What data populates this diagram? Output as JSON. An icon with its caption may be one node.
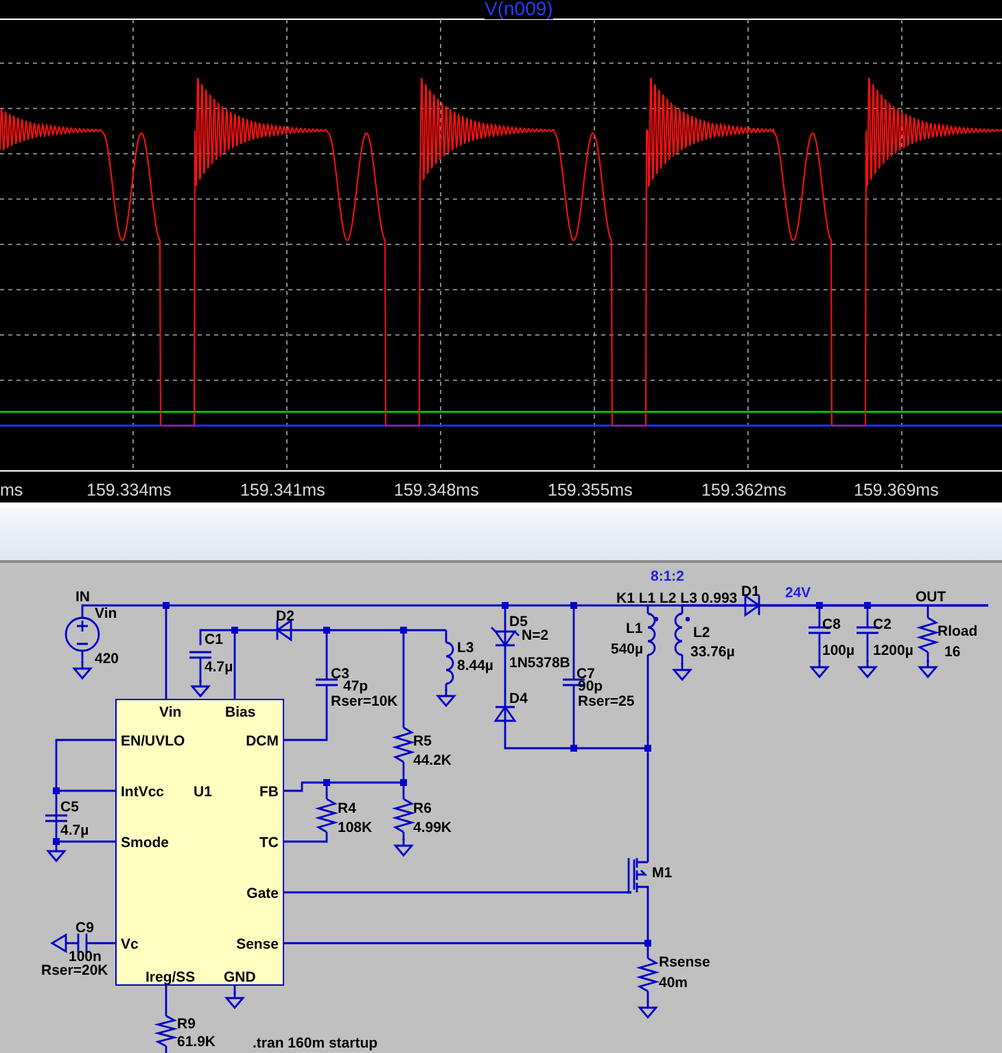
{
  "diagram": {
    "nodes": [
      {
        "text": [
          "Vin",
          "Bias",
          "EN/UVLO",
          "DCM",
          "IntVcc",
          "U1",
          "FB",
          "Smode",
          "TC",
          "Gate",
          "Vc",
          "Sense",
          "Ireg/SS",
          "GND"
        ]
      }
    ],
    "edges": [],
    "labels": [
      "V(n009)",
      "ms",
      "159.334ms",
      "159.341ms",
      "159.348ms",
      "159.355ms",
      "159.362ms",
      "159.369ms",
      "8:1:2",
      "IN",
      "K1 L1 L2 L3 0.993",
      "D1",
      "24V",
      "OUT",
      "Vin",
      "D2",
      "C1",
      "D5",
      "N=2",
      "L1",
      "L2",
      "C8",
      "C2",
      "Rload",
      "420",
      "L3",
      "540µ",
      "33.76µ",
      "100µ",
      "1200µ",
      "16",
      "4.7µ",
      "8.44µ",
      "1N5378B",
      "C3",
      "47p",
      "Rser=10K",
      "C7",
      "90p",
      "D4",
      "Rser=25",
      "R5",
      "44.2K",
      "C5",
      "R4",
      "R6",
      "4.7µ",
      "108K",
      "4.99K",
      "M1",
      "C9",
      "100n",
      "Rser=20K",
      "Rsense",
      "40m",
      "R9",
      "61.9K",
      ".tran 160m startup"
    ]
  }
}
